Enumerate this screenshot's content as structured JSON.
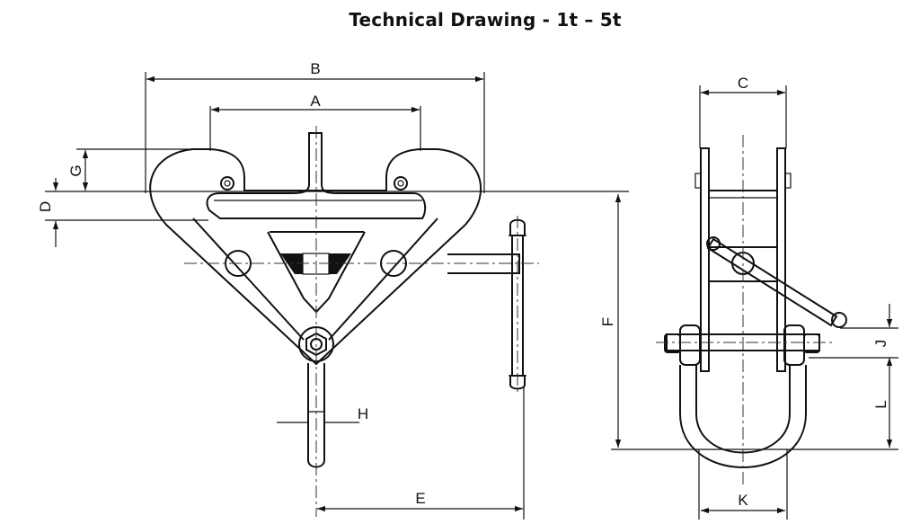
{
  "title": "Technical Drawing - 1t – 5t",
  "dimensions": {
    "A": "A",
    "B": "B",
    "C": "C",
    "D": "D",
    "E": "E",
    "F": "F",
    "G": "G",
    "H": "H",
    "J": "J",
    "K": "K",
    "L": "L"
  }
}
